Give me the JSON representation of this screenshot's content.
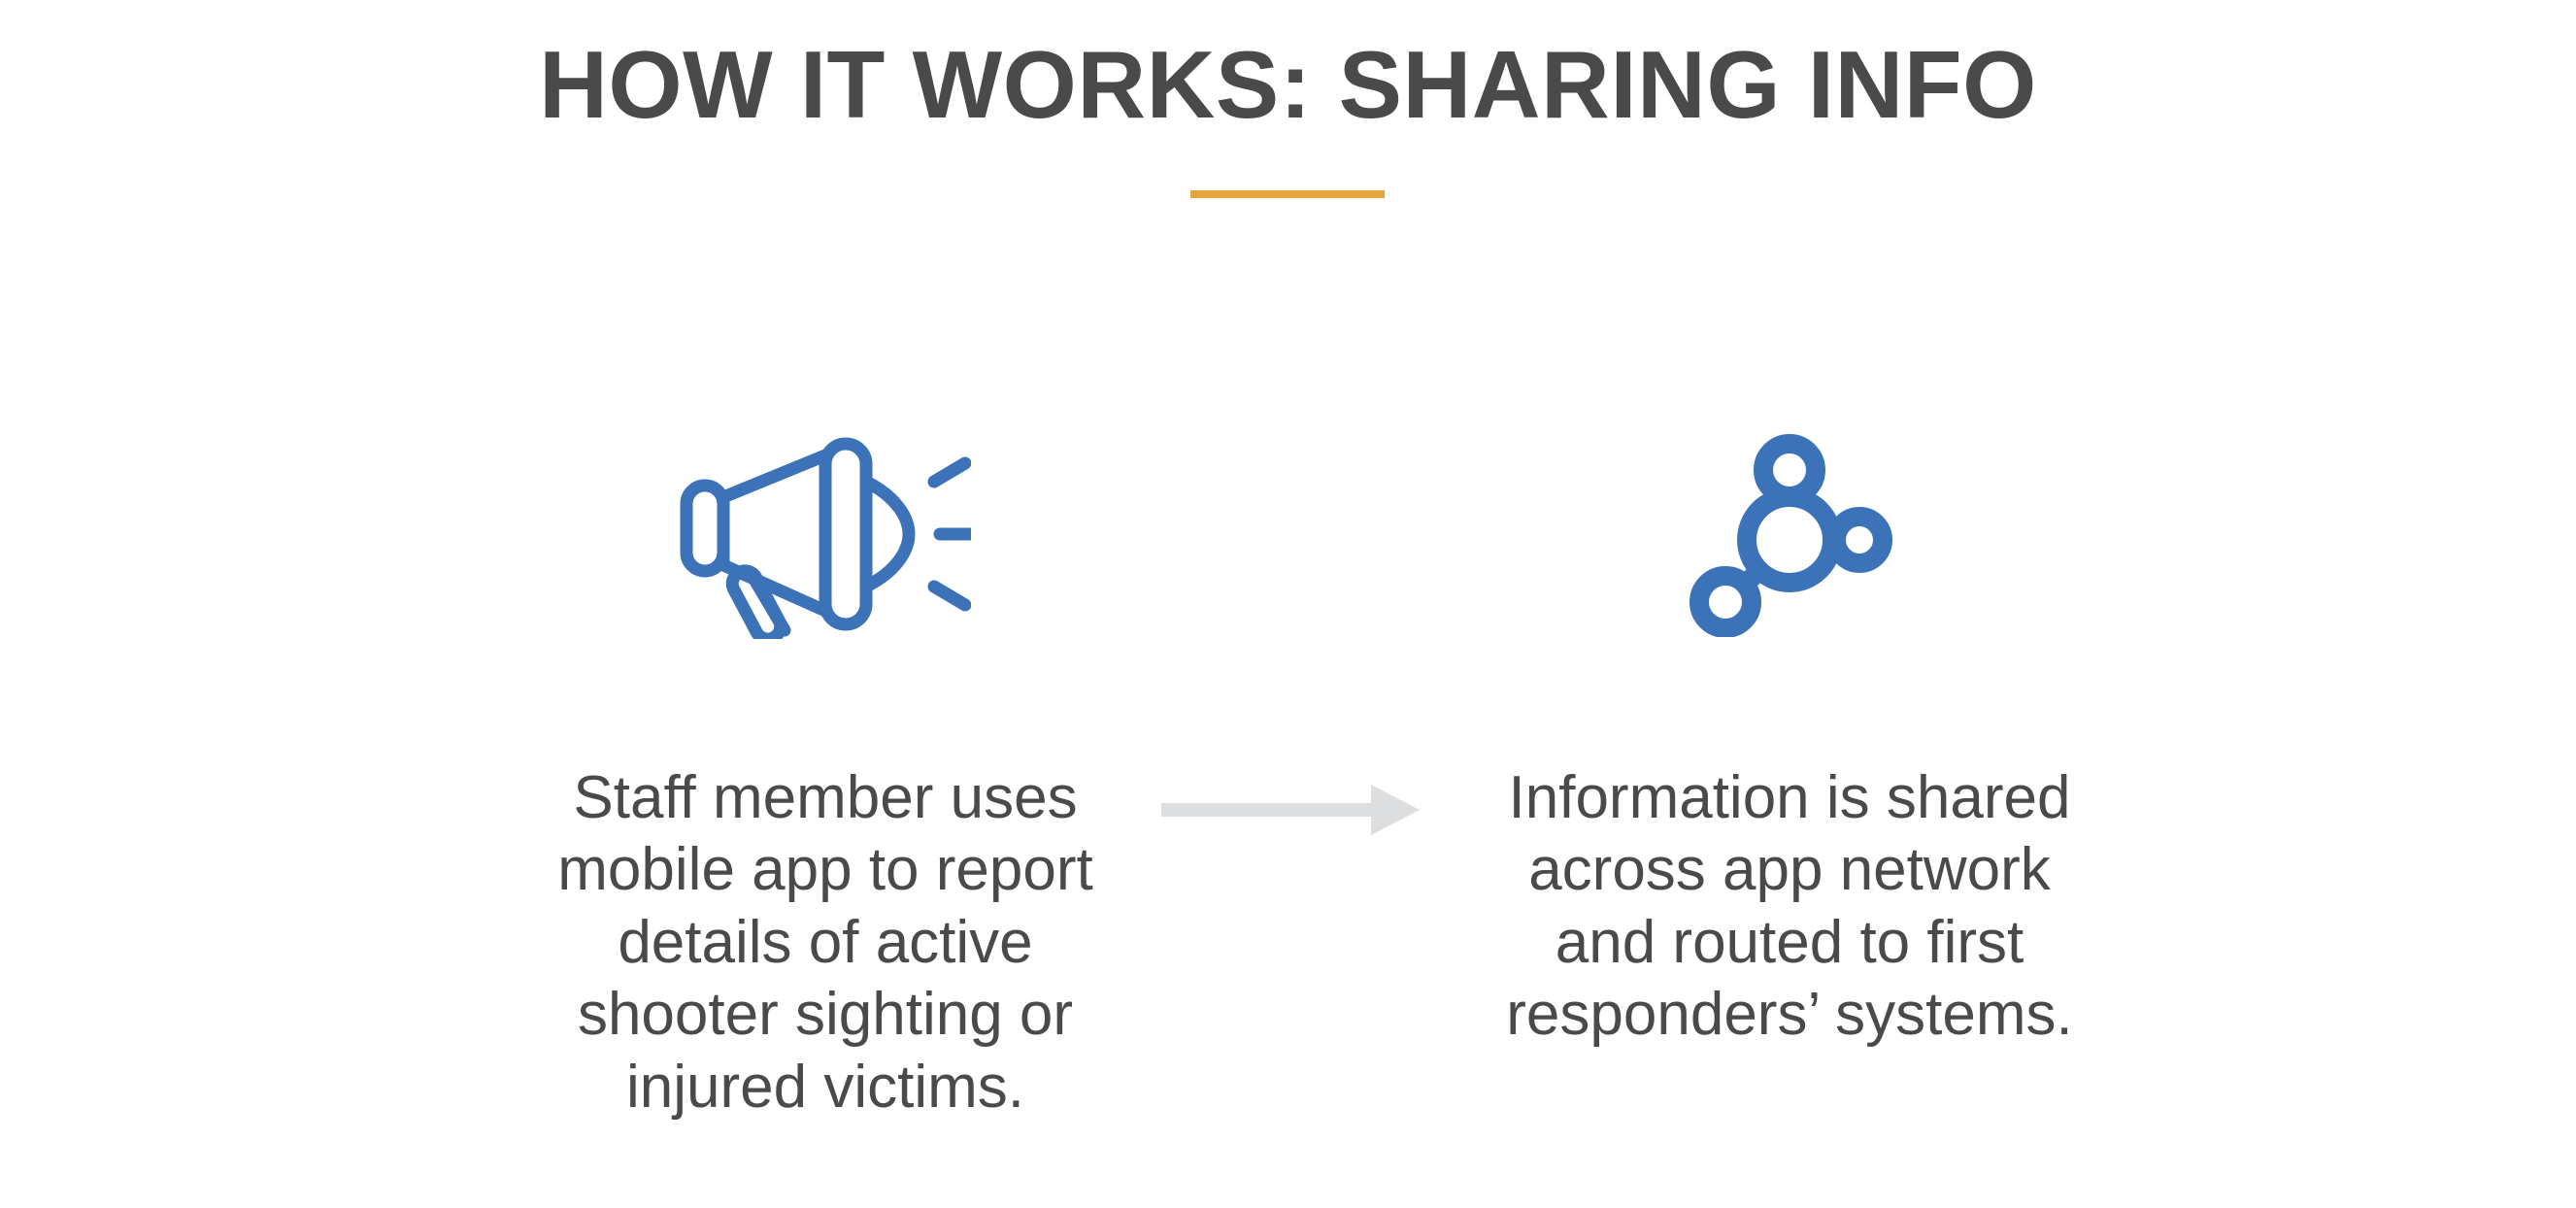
{
  "slide": {
    "title": "HOW IT WORKS: SHARING INFO",
    "background_color": "#ffffff",
    "title_color": "#4a4a4a",
    "accent_rule_color": "#e8a33d",
    "icon_color": "#3b72b8",
    "arrow_color": "#dcdee0",
    "body_text_color": "#4a4a4a"
  },
  "steps": [
    {
      "icon": "megaphone-icon",
      "caption": "Staff member uses mobile app to report details of active shooter sighting or injured victims."
    },
    {
      "icon": "network-share-icon",
      "caption": "Information is shared across app network and routed to first responders’ systems."
    }
  ],
  "connector": {
    "icon": "right-arrow-icon"
  }
}
